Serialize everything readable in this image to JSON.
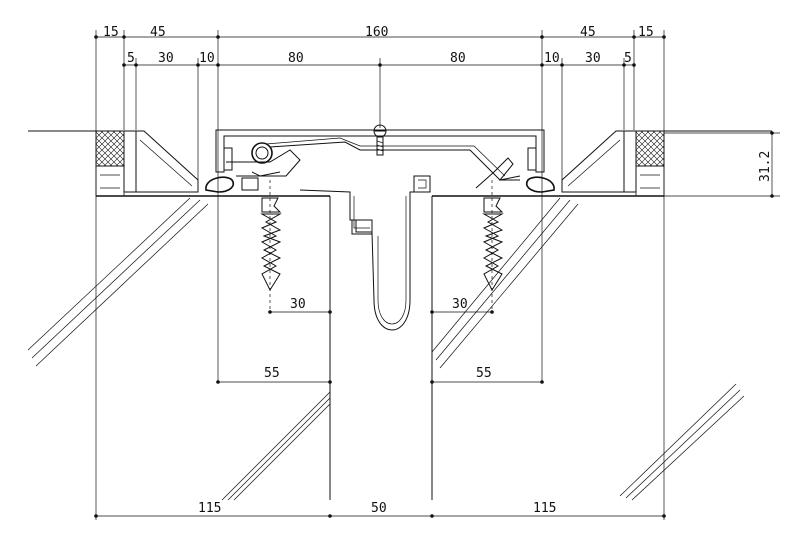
{
  "dimensions": {
    "top_outer": [
      "15",
      "45",
      "160",
      "45",
      "15"
    ],
    "top_inner": [
      "5",
      "30",
      "10",
      "80",
      "80",
      "10",
      "30",
      "5"
    ],
    "side_height": "31.2",
    "anchor_depth_left": "30",
    "anchor_depth_right": "30",
    "edge_left": "55",
    "edge_right": "55",
    "bottom_left": "115",
    "gap": "50",
    "bottom_right": "115"
  }
}
